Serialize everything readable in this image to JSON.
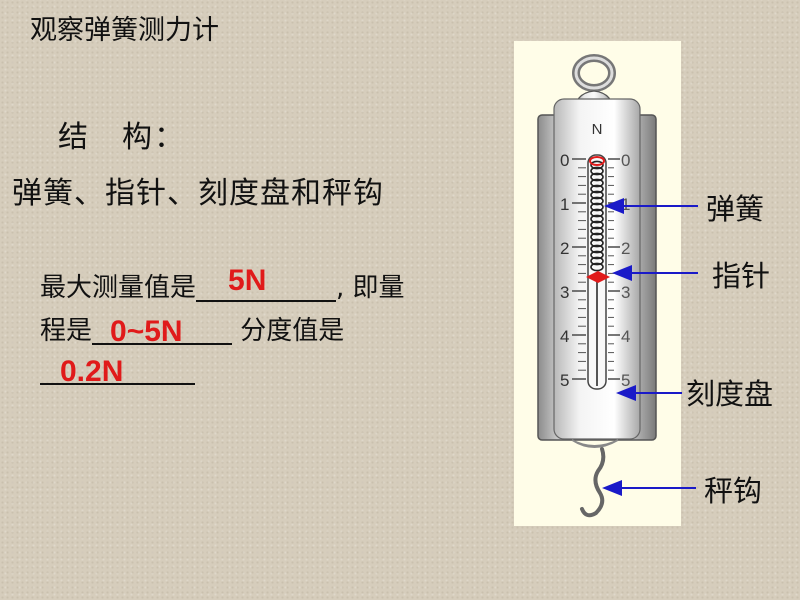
{
  "slide": {
    "title": "观察弹簧测力计",
    "structure_label": "结　构：",
    "parts_line": "弹簧、指针、刻度盘和秤钩"
  },
  "question": {
    "max_prefix": "最大测量值是",
    "max_answer": "5N",
    "range_sep": ", 即量",
    "range_prefix": "程是",
    "range_answer": "0~5N",
    "division_prefix": " 分度值是",
    "division_answer": "0.2N"
  },
  "diagram": {
    "unit_label": "N",
    "left_scale": [
      "0",
      "1",
      "2",
      "3",
      "4",
      "5"
    ],
    "right_scale": [
      "0",
      "1",
      "2",
      "3",
      "4",
      "5"
    ],
    "labels": {
      "spring": "弹簧",
      "pointer": "指针",
      "scale": "刻度盘",
      "hook": "秤钩"
    },
    "colors": {
      "answer": "#e01a1a",
      "arrow": "#1a1ac8",
      "pointer": "#e01a1a",
      "figure_bg": "#fffde8"
    }
  }
}
